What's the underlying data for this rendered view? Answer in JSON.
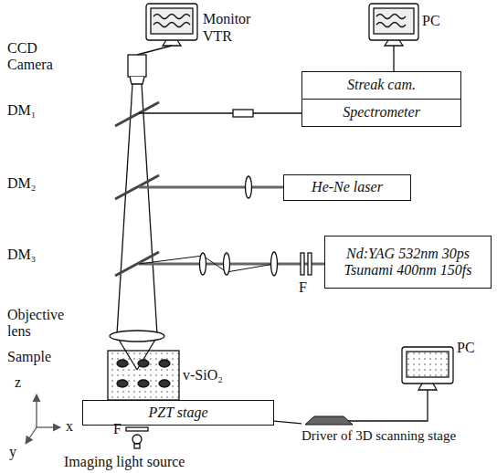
{
  "diagram": {
    "nodes": [
      {
        "text": [
          "Streak cam."
        ]
      },
      {
        "text": [
          "Spectrometer"
        ]
      },
      {
        "text": [
          "He-Ne laser"
        ]
      },
      {
        "text": [
          "Nd:YAG 532nm 30ps",
          "Tsunami 400nm 150fs"
        ]
      },
      {
        "text": [
          "PZT stage"
        ]
      },
      {
        "text": [
          "Driver of 3D scanning stage"
        ]
      }
    ],
    "edges": [
      {
        "from": 4,
        "to": 5,
        "arrow": "none"
      }
    ],
    "labels": [
      "Monitor",
      "VTR",
      "PC",
      "CCD Camera",
      "DM₁",
      "DM₂",
      "DM₃",
      "F",
      "Objective lens",
      "Sample",
      "z",
      "v-SiO₂",
      "x",
      "y",
      "F",
      "PC",
      "Imaging light source"
    ]
  }
}
